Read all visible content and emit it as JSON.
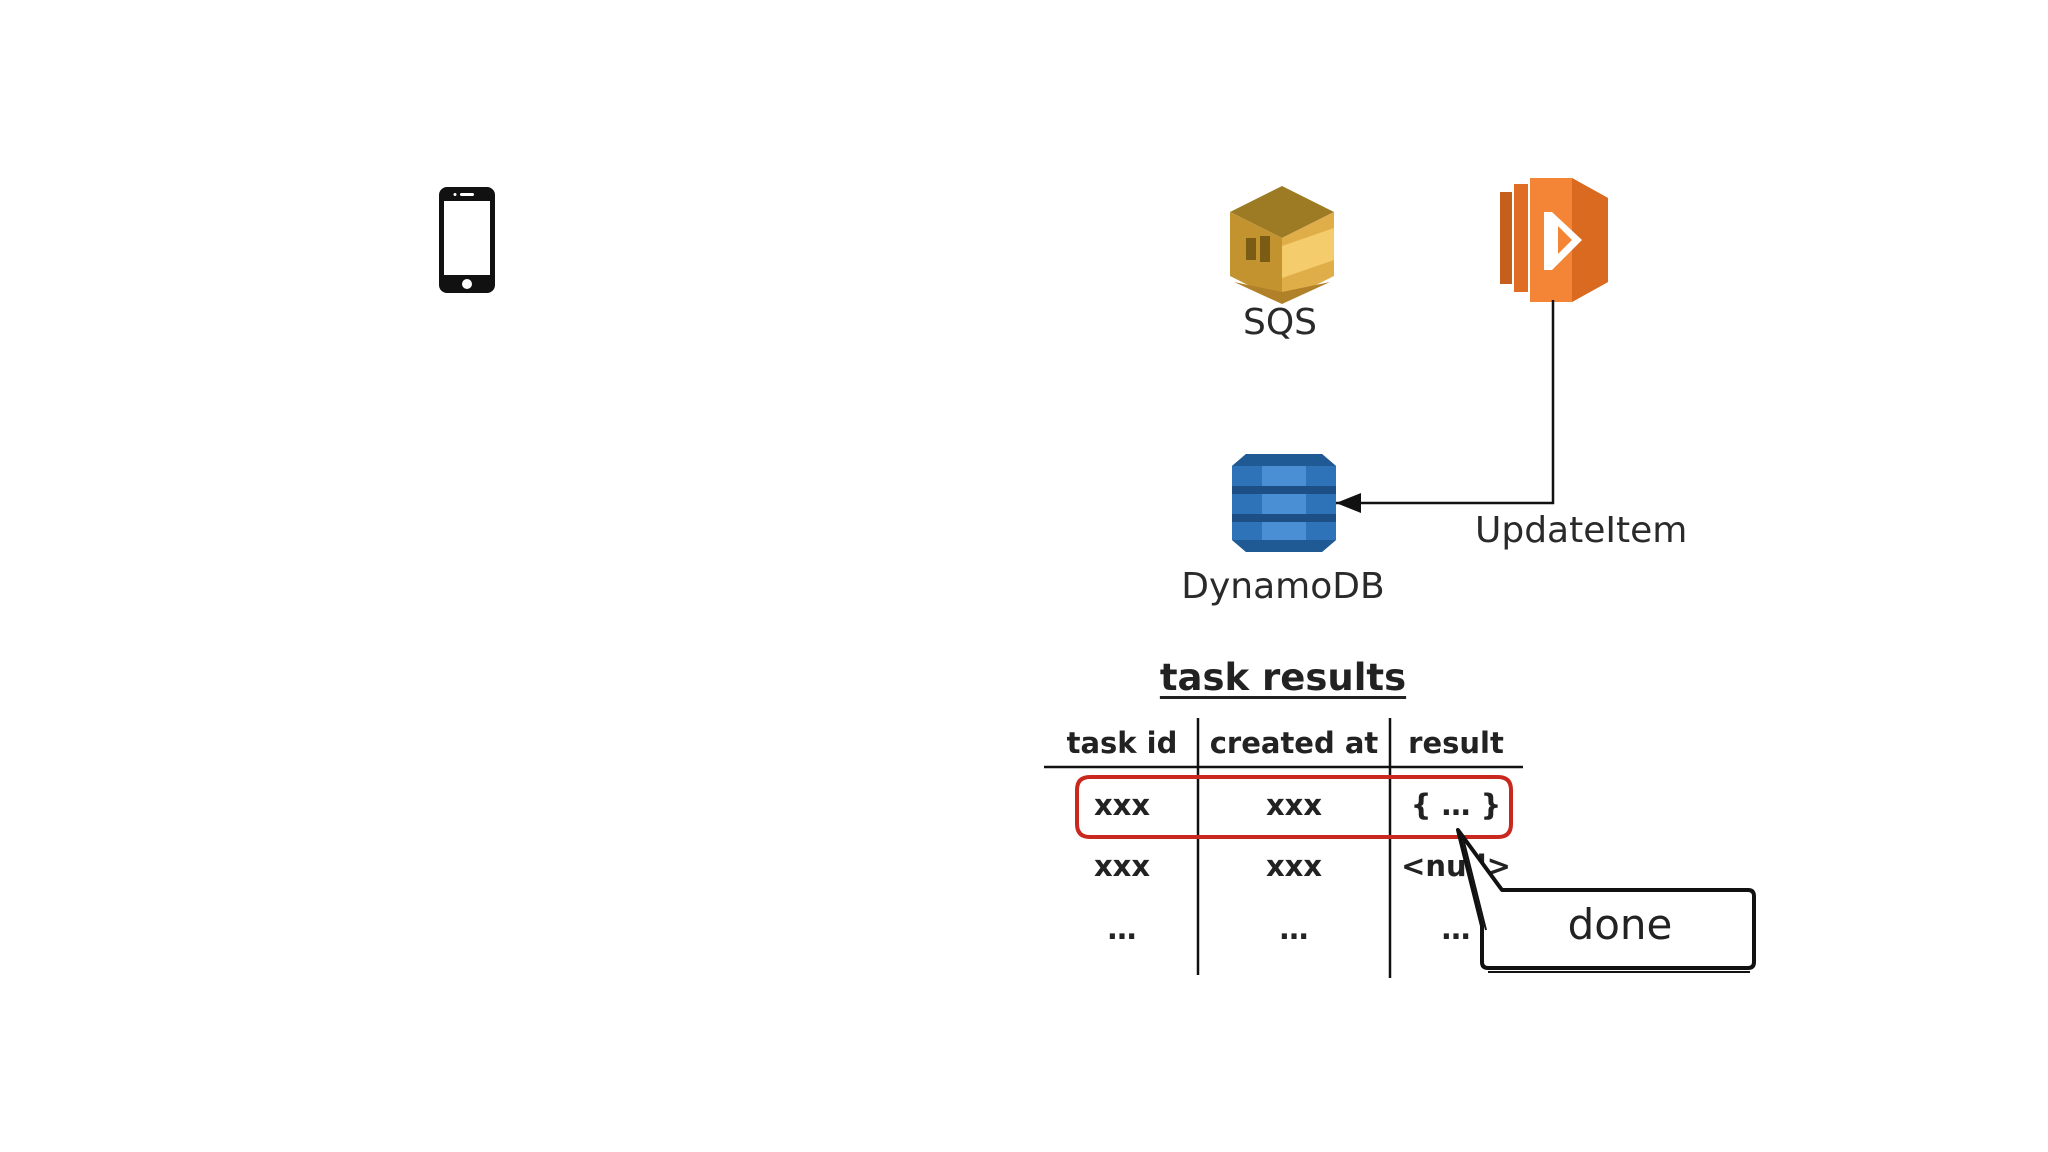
{
  "icons": {
    "phone": "phone-icon",
    "sqs": "sqs-icon",
    "lambda": "lambda-icon",
    "dynamodb": "dynamodb-icon"
  },
  "labels": {
    "sqs": "SQS",
    "dynamodb": "DynamoDB",
    "update_item": "UpdateItem"
  },
  "table": {
    "title": "task results",
    "columns": [
      "task id",
      "created at",
      "result"
    ],
    "rows": [
      [
        "xxx",
        "xxx",
        "{ … }"
      ],
      [
        "xxx",
        "xxx",
        "<null>"
      ],
      [
        "…",
        "…",
        "…"
      ]
    ]
  },
  "callout": {
    "text": "done"
  },
  "colors": {
    "sqs_gold": "#D9A741",
    "lambda_orange": "#F58536",
    "dynamo_blue": "#2E73B8",
    "highlight_red": "#C8281E"
  }
}
